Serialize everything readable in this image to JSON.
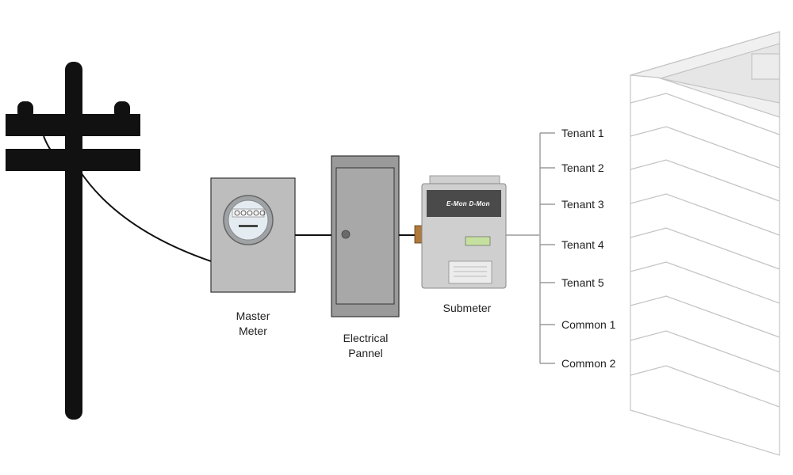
{
  "labels": {
    "master_meter": [
      "Master",
      "Meter"
    ],
    "electrical_panel": [
      "Electrical",
      "Pannel"
    ],
    "submeter": "Submeter"
  },
  "submeter_brand": "E-Mon D-Mon",
  "tenants": [
    "Tenant 1",
    "Tenant 2",
    "Tenant 3",
    "Tenant 4",
    "Tenant 5",
    "Common 1",
    "Common 2"
  ]
}
